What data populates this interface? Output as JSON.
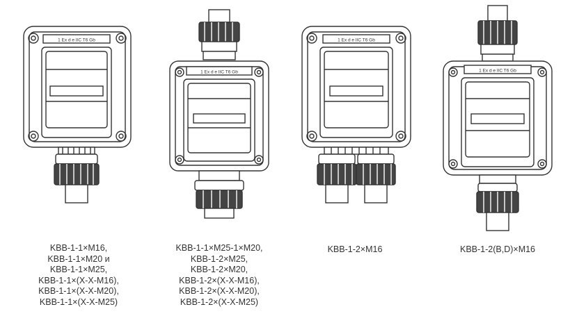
{
  "products": [
    {
      "id": "kbb-1-1",
      "nameplate": "1 Ex d e IIC T6 Gb",
      "caption_lines": [
        "KBB-1-1×M16,",
        "KBB-1-1×M20 и",
        "KBB-1-1×M25,",
        "KBB-1-1×(X-X-M16),",
        "KBB-1-1×(X-X-M20),",
        "KBB-1-1×(X-X-M25)"
      ]
    },
    {
      "id": "kbb-1-1-m25-m20",
      "nameplate": "1 Ex d e IIC T6 Gb",
      "caption_lines": [
        "KBB-1-1×M25-1×M20,",
        "KBB-1-2×M25,",
        "KBB-1-2×M20,",
        "KBB-1-2×(X-X-M16),",
        "KBB-1-2×(X-X-M20),",
        "KBB-1-2×(X-X-M25)"
      ]
    },
    {
      "id": "kbb-1-2-m16",
      "nameplate": "1 Ex d e IIC T6 Gb",
      "caption_lines": [
        "KBB-1-2×M16"
      ]
    },
    {
      "id": "kbb-1-2-bd-m16",
      "nameplate": "1 Ex d e IIC T6 Gb",
      "caption_lines": [
        "KBB-1-2(B,D)×M16"
      ]
    }
  ],
  "colors": {
    "line": "#333333",
    "fill": "#ffffff",
    "dark": "#2a2a2a"
  },
  "icons": [
    "enclosure-drawing",
    "cable-gland-icon",
    "mounting-screw-icon"
  ]
}
